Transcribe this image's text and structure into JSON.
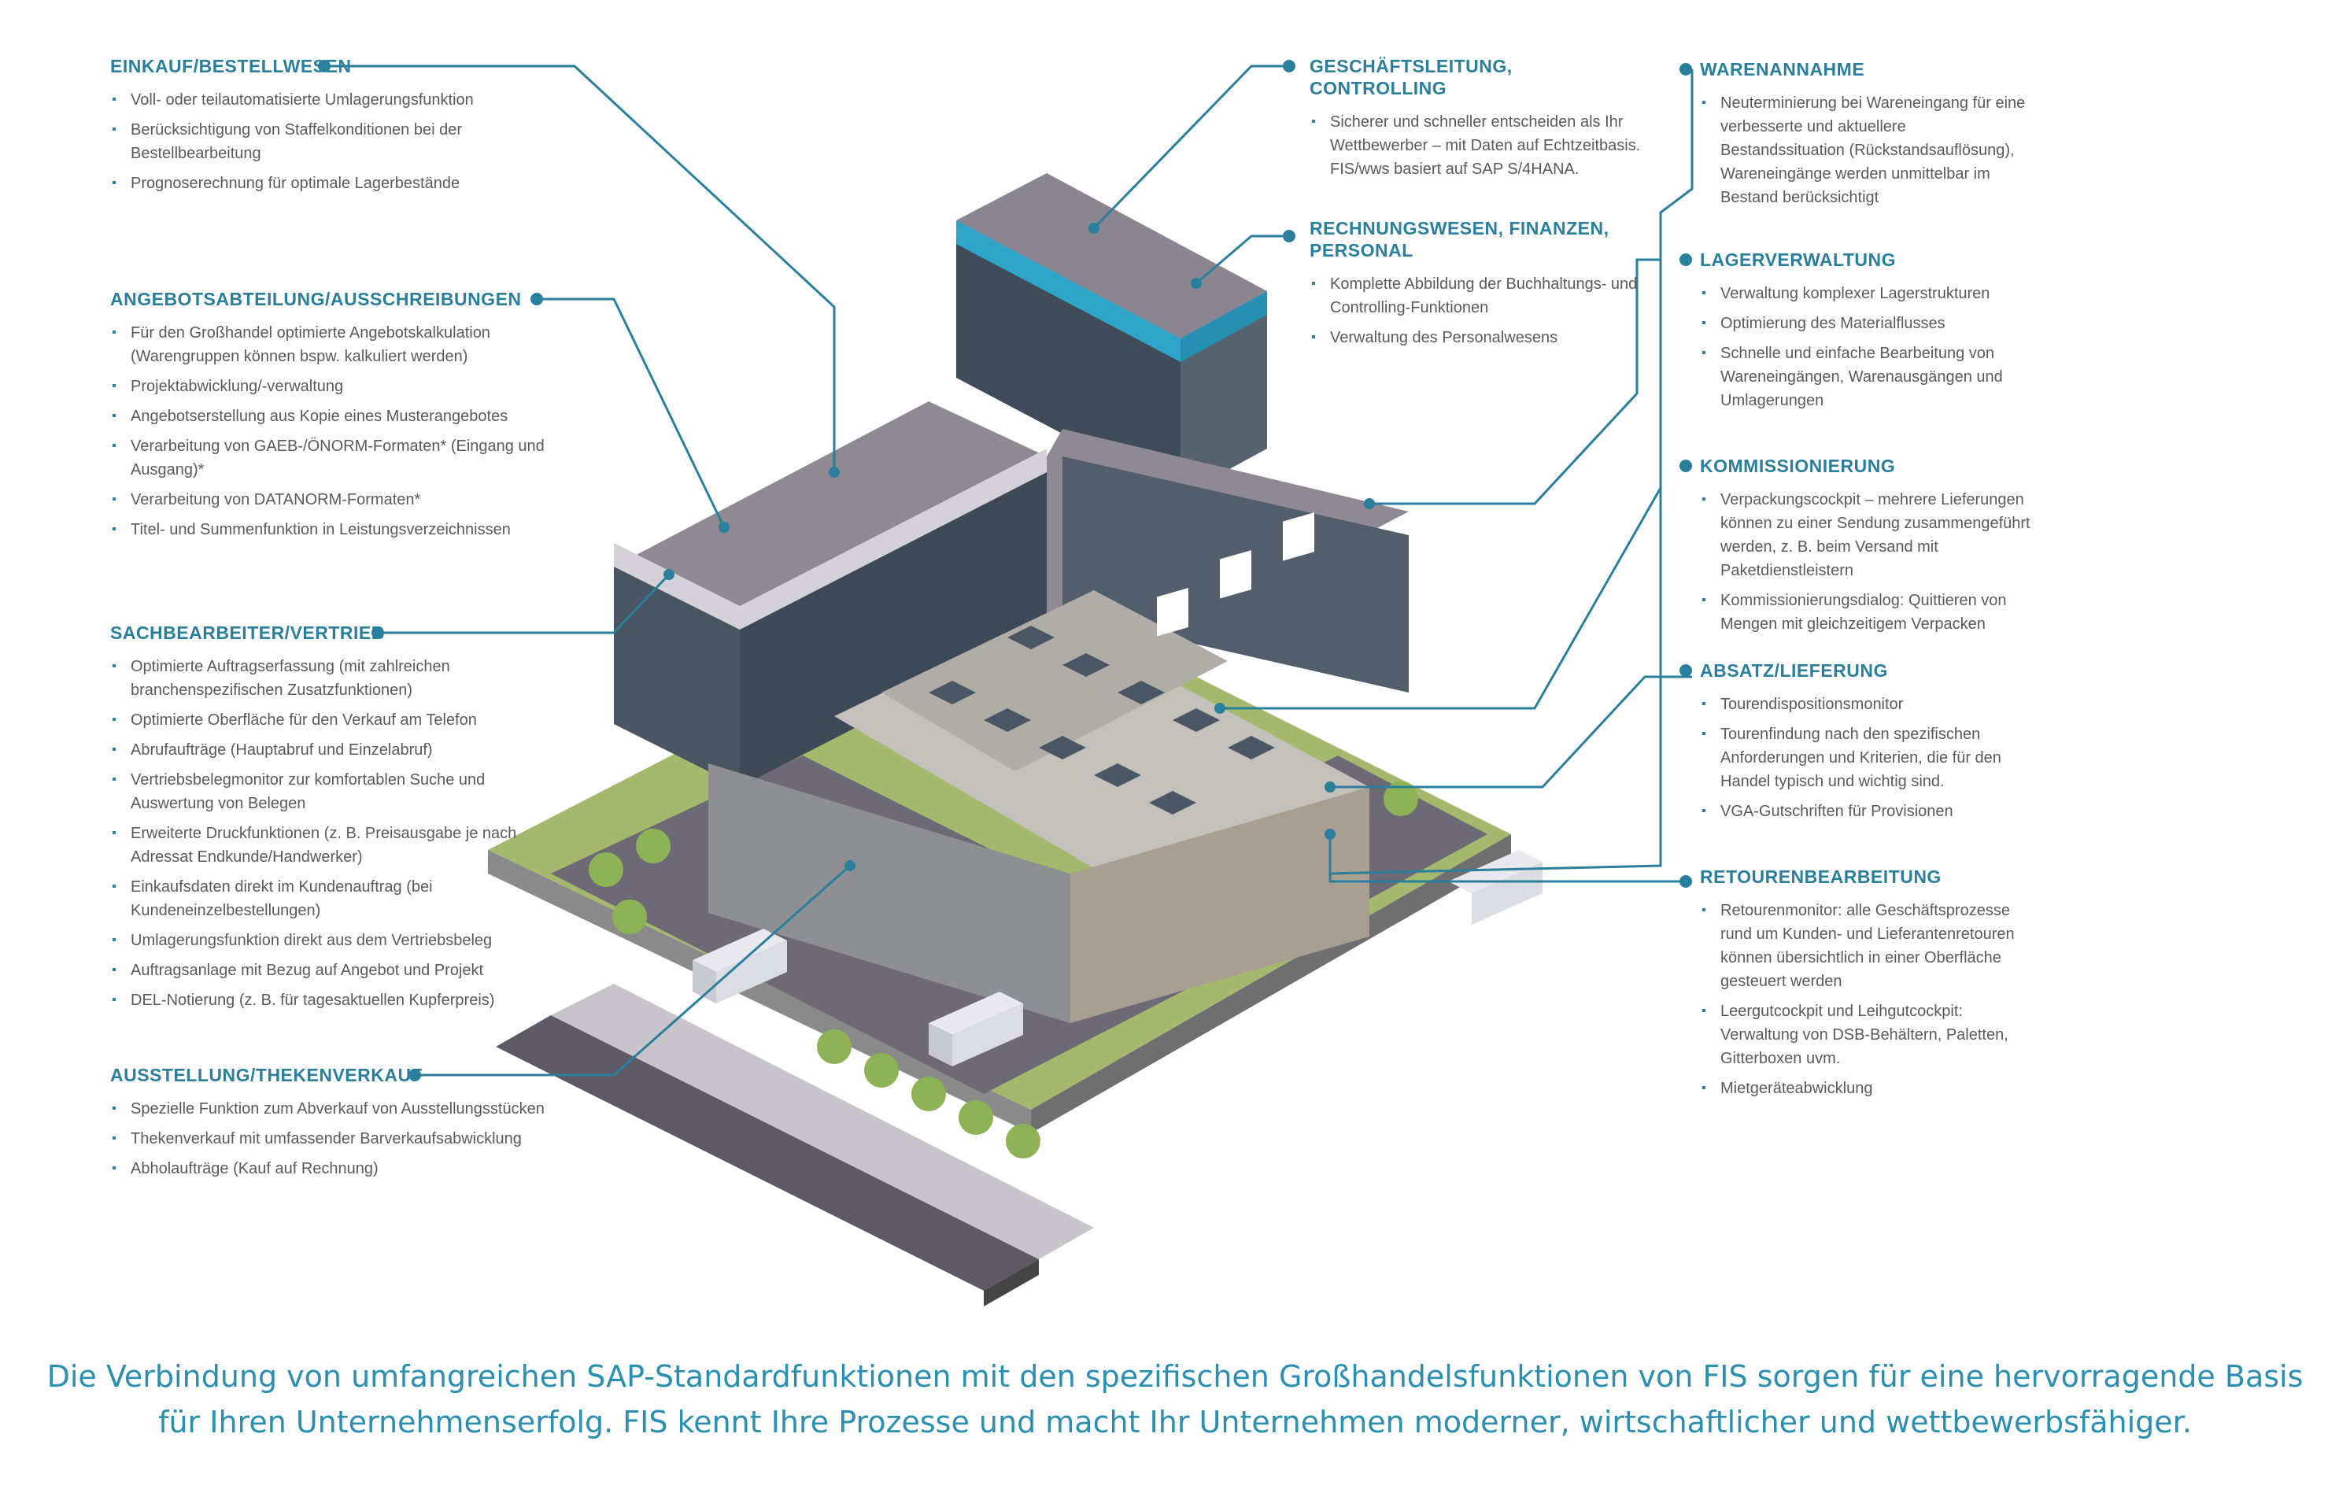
{
  "sections": {
    "einkauf": {
      "title": "EINKAUF/BESTELLWESEN",
      "items": [
        "Voll- oder teilautomatisierte Umlagerungsfunktion",
        "Berücksichtigung von Staffelkonditionen bei der Bestellbearbeitung",
        "Prognoserechnung für optimale Lagerbestände"
      ]
    },
    "angebot": {
      "title": "ANGEBOTSABTEILUNG/AUSSCHREIBUNGEN",
      "items": [
        "Für den Großhandel optimierte Angebotskalkulation (Warengruppen können bspw. kalkuliert werden)",
        "Projektabwicklung/-verwaltung",
        "Angebotserstellung aus Kopie eines Musterangebotes",
        "Verarbeitung von GAEB-/ÖNORM-Formaten* (Eingang und Ausgang)*",
        "Verarbeitung von DATANORM-Formaten*",
        "Titel- und Summenfunktion in Leistungsverzeichnissen"
      ]
    },
    "vertrieb": {
      "title": "SACHBEARBEITER/VERTRIEB",
      "items": [
        "Optimierte Auftragserfassung (mit zahlreichen branchenspezifischen Zusatzfunktionen)",
        "Optimierte Oberfläche für den Verkauf am Telefon",
        "Abrufaufträge (Hauptabruf und Einzelabruf)",
        "Vertriebsbelegmonitor zur komfortablen Suche und Auswertung von Belegen",
        "Erweiterte Druckfunktionen (z. B. Preisausgabe je nach Adressat Endkunde/Handwerker)",
        "Einkaufsdaten direkt im Kundenauftrag (bei Kundeneinzelbestellungen)",
        "Umlagerungsfunktion direkt aus dem Vertriebsbeleg",
        "Auftragsanlage mit Bezug auf Angebot und Projekt",
        "DEL-Notierung (z. B. für tagesaktuellen Kupferpreis)"
      ]
    },
    "ausstellung": {
      "title": "AUSSTELLUNG/THEKENVERKAUF",
      "items": [
        "Spezielle Funktion zum Abverkauf von Ausstellungsstücken",
        "Thekenverkauf mit umfassender Barverkaufsabwicklung",
        "Abholaufträge (Kauf auf Rechnung)"
      ]
    },
    "geschaeft": {
      "title": "GESCHÄFTSLEITUNG, CONTROLLING",
      "items": [
        "Sicherer und schneller entscheiden als Ihr Wettbewerber – mit Daten auf Echtzeitbasis. FIS/wws basiert auf SAP S/4HANA."
      ]
    },
    "rechnung": {
      "title": "RECHNUNGSWESEN, FINANZEN, PERSONAL",
      "items": [
        "Komplette Abbildung der Buchhaltungs- und Controlling-Funktionen",
        "Verwaltung des Personalwesens"
      ]
    },
    "warenannahme": {
      "title": "WARENANNAHME",
      "items": [
        "Neuterminierung bei Wareneingang für eine verbesserte und aktuellere Bestandssituation (Rückstandsauflösung), Wareneingänge werden unmittelbar im Bestand berücksichtigt"
      ]
    },
    "lager": {
      "title": "LAGERVERWALTUNG",
      "items": [
        "Verwaltung komplexer Lagerstrukturen",
        "Optimierung des Materialflusses",
        "Schnelle und einfache Bearbeitung von Wareneingängen, Warenausgängen und Umlagerungen"
      ]
    },
    "kommission": {
      "title": "KOMMISSIONIERUNG",
      "items": [
        "Verpackungscockpit – mehrere Lieferungen können zu einer Sendung zusammengeführt werden, z. B. beim Versand mit Paketdienstleistern",
        "Kommissionierungsdialog: Quittieren von Mengen mit gleichzeitigem Verpacken"
      ]
    },
    "absatz": {
      "title": "ABSATZ/LIEFERUNG",
      "items": [
        "Tourendispositionsmonitor",
        "Tourenfindung nach den spezifischen Anforderungen und Kriterien, die für den Handel typisch und wichtig sind.",
        "VGA-Gutschriften für Provisionen"
      ]
    },
    "retouren": {
      "title": "RETOURENBEARBEITUNG",
      "items": [
        "Retourenmonitor: alle Geschäftsprozesse rund um Kunden- und Lieferantenretouren können übersichtlich in einer Oberfläche gesteuert werden",
        "Leergutcockpit und Leihgutcockpit: Verwaltung von DSB-Behältern, Paletten, Gitterboxen uvm.",
        "Mietgeräteabwicklung"
      ]
    }
  },
  "footer": {
    "line1": "Die Verbindung von umfangreichen SAP-Standardfunktionen mit den spezifischen Großhandelsfunktionen von FIS sorgen für eine hervorragende Basis",
    "line2": "für Ihren Unternehmenserfolg. FIS kennt Ihre Prozesse und macht Ihr Unternehmen moderner, wirtschaftlicher und wettbewerbsfähiger."
  },
  "colors": {
    "accent": "#2a7f9c",
    "footer_text": "#2a8fb0",
    "grass": "#9fb36a",
    "asphalt": "#6e6a75",
    "roof": "#8a8590",
    "glass": "#4a5a6a"
  }
}
